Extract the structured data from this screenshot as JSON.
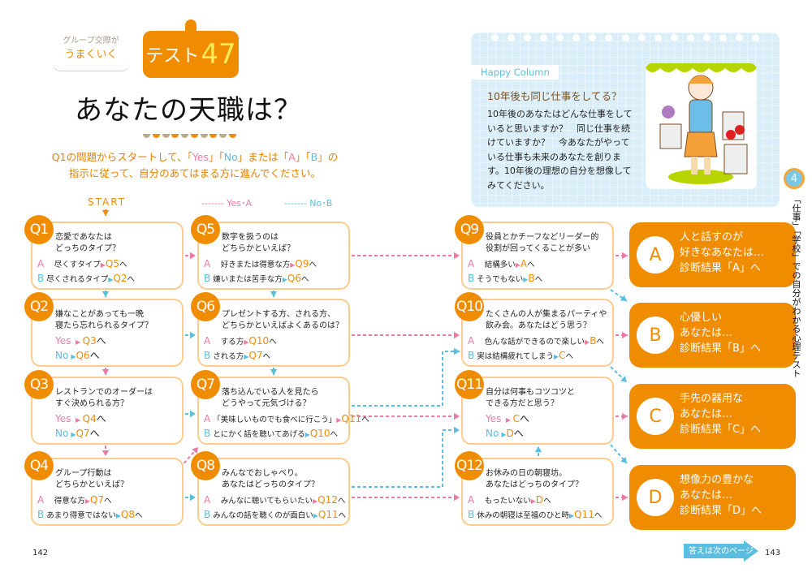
{
  "header": {
    "cloud_line1": "グループ交際が",
    "cloud_line2": "うまくいく",
    "test_label": "テスト",
    "test_number": "47",
    "title": "あなたの天職は？",
    "intro_1": "Q1の問題からスタートして、「",
    "intro_yes": "Yes",
    "intro_2": "」「",
    "intro_no": "No",
    "intro_3": "」または「",
    "intro_a": "A",
    "intro_4": "」「",
    "intro_b": "B",
    "intro_5": "」の",
    "intro_line2": "指示に従って、自分のあてはまる方に進んでください。",
    "start": "START",
    "legend_pink": "------- Yes･A",
    "legend_blue": "------- No･B"
  },
  "questions": [
    {
      "label": "Q1",
      "text": [
        "恋愛であなたは",
        "どっちのタイプ？"
      ],
      "options": [
        {
          "k": "A",
          "t": "　尽くすタイプ",
          "to": "Q5",
          "suffix": "へ"
        },
        {
          "k": "B",
          "t": "尽くされるタイプ",
          "to": "Q2",
          "suffix": "へ"
        }
      ]
    },
    {
      "label": "Q2",
      "text": [
        "嫌なことがあっても一晩",
        "寝たら忘れられるタイプ？"
      ],
      "options": [
        {
          "k": "Yes",
          "t": "",
          "to": "Q3",
          "suffix": "へ"
        },
        {
          "k": "No",
          "t": "",
          "to": "Q6",
          "suffix": "へ"
        }
      ]
    },
    {
      "label": "Q3",
      "text": [
        "レストランでのオーダーは",
        "すぐ決められる方？"
      ],
      "options": [
        {
          "k": "Yes",
          "t": "",
          "to": "Q4",
          "suffix": "へ"
        },
        {
          "k": "No",
          "t": "",
          "to": "Q7",
          "suffix": "へ"
        }
      ]
    },
    {
      "label": "Q4",
      "text": [
        "グループ行動は",
        "どちらかといえば？"
      ],
      "options": [
        {
          "k": "A",
          "t": "　得意な方",
          "to": "Q7",
          "suffix": "へ"
        },
        {
          "k": "B",
          "t": "あまり得意ではない",
          "to": "Q8",
          "suffix": "へ"
        }
      ]
    },
    {
      "label": "Q5",
      "text": [
        "数字を扱うのは",
        "どちらかといえば？"
      ],
      "options": [
        {
          "k": "A",
          "t": "　好きまたは得意な方",
          "to": "Q9",
          "suffix": "へ"
        },
        {
          "k": "B",
          "t": "嫌いまたは苦手な方",
          "to": "Q6",
          "suffix": "へ"
        }
      ]
    },
    {
      "label": "Q6",
      "text": [
        "プレゼントする方、される方、",
        "どちらかといえばよくあるのは？"
      ],
      "options": [
        {
          "k": "A",
          "t": "　する方",
          "to": "Q10",
          "suffix": "へ"
        },
        {
          "k": "B",
          "t": "される方",
          "to": "Q7",
          "suffix": "へ"
        }
      ]
    },
    {
      "label": "Q7",
      "text": [
        "落ち込んでいる人を見たら",
        "どうやって元気づける？"
      ],
      "options": [
        {
          "k": "A",
          "t": "「美味しいものでも食べに行こう」",
          "to": "Q11",
          "suffix": "へ"
        },
        {
          "k": "B",
          "t": "とにかく話を聴いてあげる",
          "to": "Q10",
          "suffix": "へ"
        }
      ]
    },
    {
      "label": "Q8",
      "text": [
        "みんなでおしゃべり。",
        "あなたはどっちのタイプ？"
      ],
      "options": [
        {
          "k": "A",
          "t": "　みんなに聴いてもらいたい",
          "to": "Q12",
          "suffix": "へ"
        },
        {
          "k": "B",
          "t": "みんなの話を聴くのが面白い",
          "to": "Q11",
          "suffix": "へ"
        }
      ]
    },
    {
      "label": "Q9",
      "text": [
        "役員とかチーフなどリーダー的",
        "役割が回ってくることが多い"
      ],
      "options": [
        {
          "k": "A",
          "t": "　結構多い",
          "to": "A",
          "suffix": "へ"
        },
        {
          "k": "B",
          "t": "そうでもない",
          "to": "B",
          "suffix": "へ"
        }
      ]
    },
    {
      "label": "Q10",
      "text": [
        "たくさんの人が集まるパーティや",
        "飲み会。あなたはどう思う？"
      ],
      "options": [
        {
          "k": "A",
          "t": "　色んな話ができるので楽しい",
          "to": "B",
          "suffix": "へ"
        },
        {
          "k": "B",
          "t": "実は結構疲れてしまう",
          "to": "C",
          "suffix": "へ"
        }
      ]
    },
    {
      "label": "Q11",
      "text": [
        "自分は何事もコツコツと",
        "できる方だと思う？"
      ],
      "options": [
        {
          "k": "Yes",
          "t": "",
          "to": "C",
          "suffix": "へ"
        },
        {
          "k": "No",
          "t": "",
          "to": "D",
          "suffix": "へ"
        }
      ]
    },
    {
      "label": "Q12",
      "text": [
        "お休みの日の朝寝坊。",
        "あなたはどっちのタイプ？"
      ],
      "options": [
        {
          "k": "A",
          "t": "　もったいない",
          "to": "D",
          "suffix": "へ"
        },
        {
          "k": "B",
          "t": "休みの朝寝は至福のひと時",
          "to": "Q11",
          "suffix": "へ"
        }
      ]
    }
  ],
  "results": [
    {
      "letter": "A",
      "lines": [
        "人と話すのが",
        "好きなあなたは…",
        "診断結果「A」へ"
      ]
    },
    {
      "letter": "B",
      "lines": [
        "心優しい",
        "あなたは…",
        "診断結果「B」へ"
      ]
    },
    {
      "letter": "C",
      "lines": [
        "手先の器用な",
        "あなたは…",
        "診断結果「C」へ"
      ]
    },
    {
      "letter": "D",
      "lines": [
        "想像力の豊かな",
        "あなたは…",
        "診断結果「D」へ"
      ]
    }
  ],
  "column": {
    "label": "Happy Column",
    "title": "10年後も同じ仕事をしてる？",
    "body": "10年後のあなたはどんな仕事をしていると思いますか？　同じ仕事を続けていますか？　今あなたがやっている仕事も未来のあなたを創ります。10年後の理想の自分を想像してみてください。"
  },
  "side": {
    "chapter": "4",
    "text": "「仕事」「学校」での自分がわかる心理テスト"
  },
  "footer": {
    "page_left": "142",
    "page_right": "143",
    "next": "答えは次のページ"
  },
  "colors": {
    "orange": "#f08c00",
    "pink": "#ec7aa5",
    "blue": "#5bbde0",
    "box_border": "#fbcc8c"
  }
}
